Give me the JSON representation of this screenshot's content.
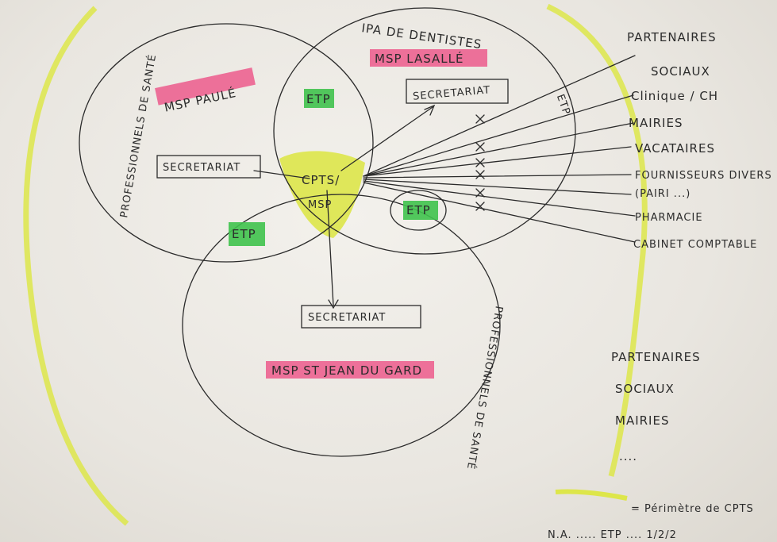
{
  "circle_labels": {
    "top_left": "PROFESSIONNELS DE SANTÉ",
    "top_right": "IPA DE DENTISTES",
    "bottom": "PROFESSIONNELS DE SANTÉ"
  },
  "highlights": {
    "msp_left": "MSP PAULÉ",
    "msp_right": "MSP LASALLÉ",
    "msp_bottom": "MSP ST JEAN DU GARD"
  },
  "etp": [
    "ETP",
    "ETP",
    "ETP",
    "ETP"
  ],
  "secretariats": [
    "SECRETARIAT",
    "SECRETARIAT",
    "SECRETARIAT"
  ],
  "center": {
    "line1": "CPTS/",
    "line2": "MSP"
  },
  "partners": [
    "PARTENAIRES",
    "SOCIAUX",
    "Clinique / CH",
    "MAIRIES",
    "VACATAIRES",
    "FOURNISSEURS DIVERS",
    "(PAIRI ...)",
    "PHARMACIE",
    "CABINET COMPTABLE"
  ],
  "notes": [
    "PARTENAIRES",
    "SOCIAUX",
    "MAIRIES",
    "...."
  ],
  "legend": "= Périmètre de CPTS",
  "bottom_text": "N.A. ..... ETP .... 1/2/2",
  "colors": {
    "yellow": "#dde64a",
    "pink": "#ec5b8c",
    "green": "#3fc24c"
  }
}
